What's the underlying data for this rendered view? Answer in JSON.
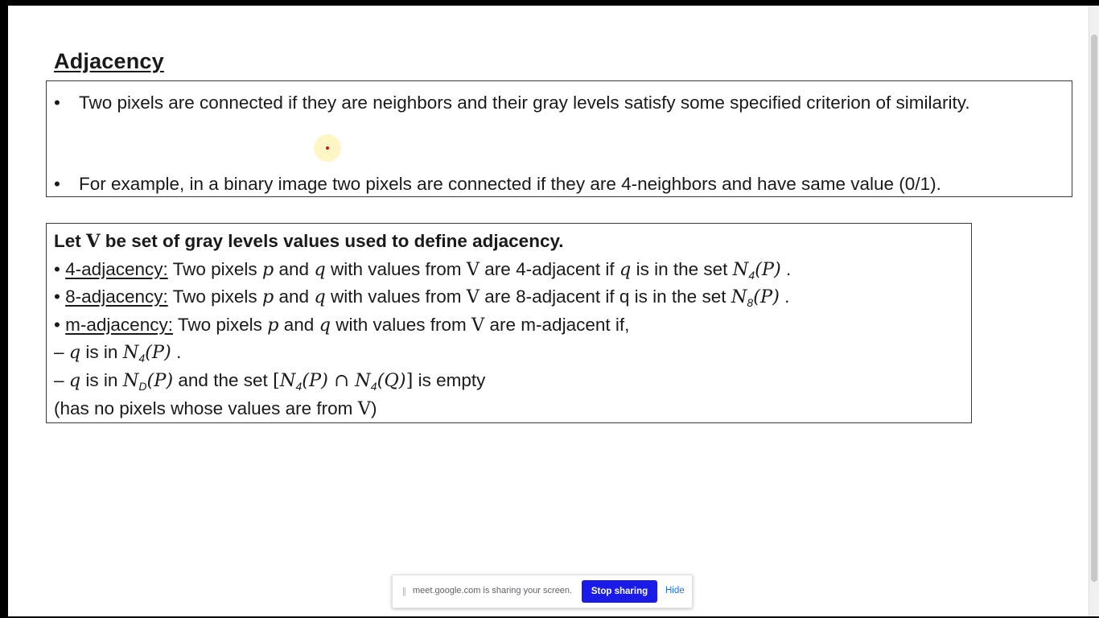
{
  "slide": {
    "title": "Adjacency",
    "box1": {
      "items": [
        {
          "bullet": "•",
          "text": "Two pixels are connected if they are neighbors and their gray levels satisfy some specified criterion of similarity."
        },
        {
          "bullet": "•",
          "text": "For example, in a binary image two pixels are connected if they are 4-neighbors and have same value (0/1)."
        }
      ]
    },
    "box2": {
      "line1": {
        "pre": "Let ",
        "v": "V",
        "post": " be set of gray levels values used to define adjacency."
      },
      "line2": {
        "bullet": "•",
        "term": "4-adjacency:",
        "t1": " Two pixels ",
        "p": "p",
        "t2": " and ",
        "q": "q",
        "t3": " with values from ",
        "v": "V",
        "t4": " are 4-adjacent if ",
        "q2": "q",
        "t5": " is in the set ",
        "N": "N",
        "sub": "4",
        "arg": "(P)",
        "end": " ."
      },
      "line3": {
        "bullet": "•",
        "term": "8-adjacency:",
        "t1": " Two pixels ",
        "p": "p",
        "t2": " and ",
        "q": "q",
        "t3": " with values from ",
        "v": "V",
        "t4": " are 8-adjacent if q is in the set ",
        "N": "N",
        "sub": "8",
        "arg": "(P)",
        "end": " ."
      },
      "line4": {
        "bullet": "•",
        "term": "m-adjacency:",
        "t1": " Two pixels ",
        "p": "p",
        "t2": " and ",
        "q": "q",
        "t3": " with values from ",
        "v": "V",
        "t4": " are m-adjacent if,"
      },
      "line5": {
        "dash": "– ",
        "q": "q",
        "t1": " is in ",
        "N": "N",
        "sub": "4",
        "arg": "(P)",
        "end": " ."
      },
      "line6": {
        "dash": "– ",
        "q": "q",
        "t1": " is in ",
        "N": "N",
        "sub": "D",
        "arg": "(P)",
        "t2": " and the set ",
        "expr_open": "[",
        "N1": "N",
        "sub1": "4",
        "arg1": "(P)",
        "cap": " ∩ ",
        "N2": "N",
        "sub2": "4",
        "arg2": "(Q)",
        "expr_close": "]",
        "t3": " is empty"
      },
      "line7": {
        "pre": "(has no pixels whose values are from ",
        "v": "V",
        "post": ")"
      }
    }
  },
  "share_bar": {
    "handle": "||",
    "message": "meet.google.com is sharing your screen.",
    "stop_label": "Stop sharing",
    "hide_label": "Hide"
  },
  "colors": {
    "stop_button": "#1a1be6",
    "hide_link": "#1a73e8",
    "pointer": "#d01010"
  }
}
